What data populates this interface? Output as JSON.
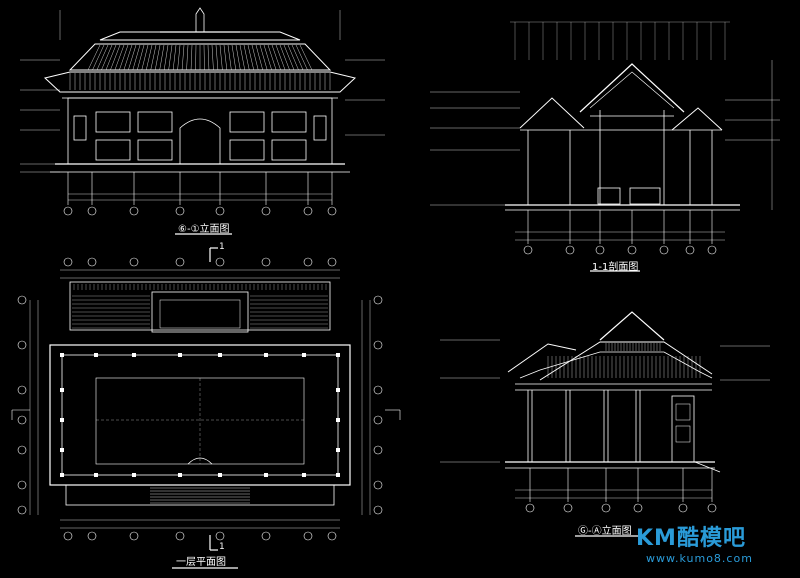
{
  "drawings": {
    "front_elevation": {
      "title": "⑥-①立面图"
    },
    "section": {
      "title": "1-1剖面图"
    },
    "plan": {
      "title": "一层平面图",
      "section_mark": "1"
    },
    "side_elevation": {
      "title": "Ⓖ-Ⓐ立面图"
    }
  },
  "watermark": {
    "logo": "KM酷模吧",
    "url": "www.kumo8.com"
  },
  "colors": {
    "background": "#000000",
    "lines": "#ffffff",
    "watermark": "#2a9bd8"
  }
}
